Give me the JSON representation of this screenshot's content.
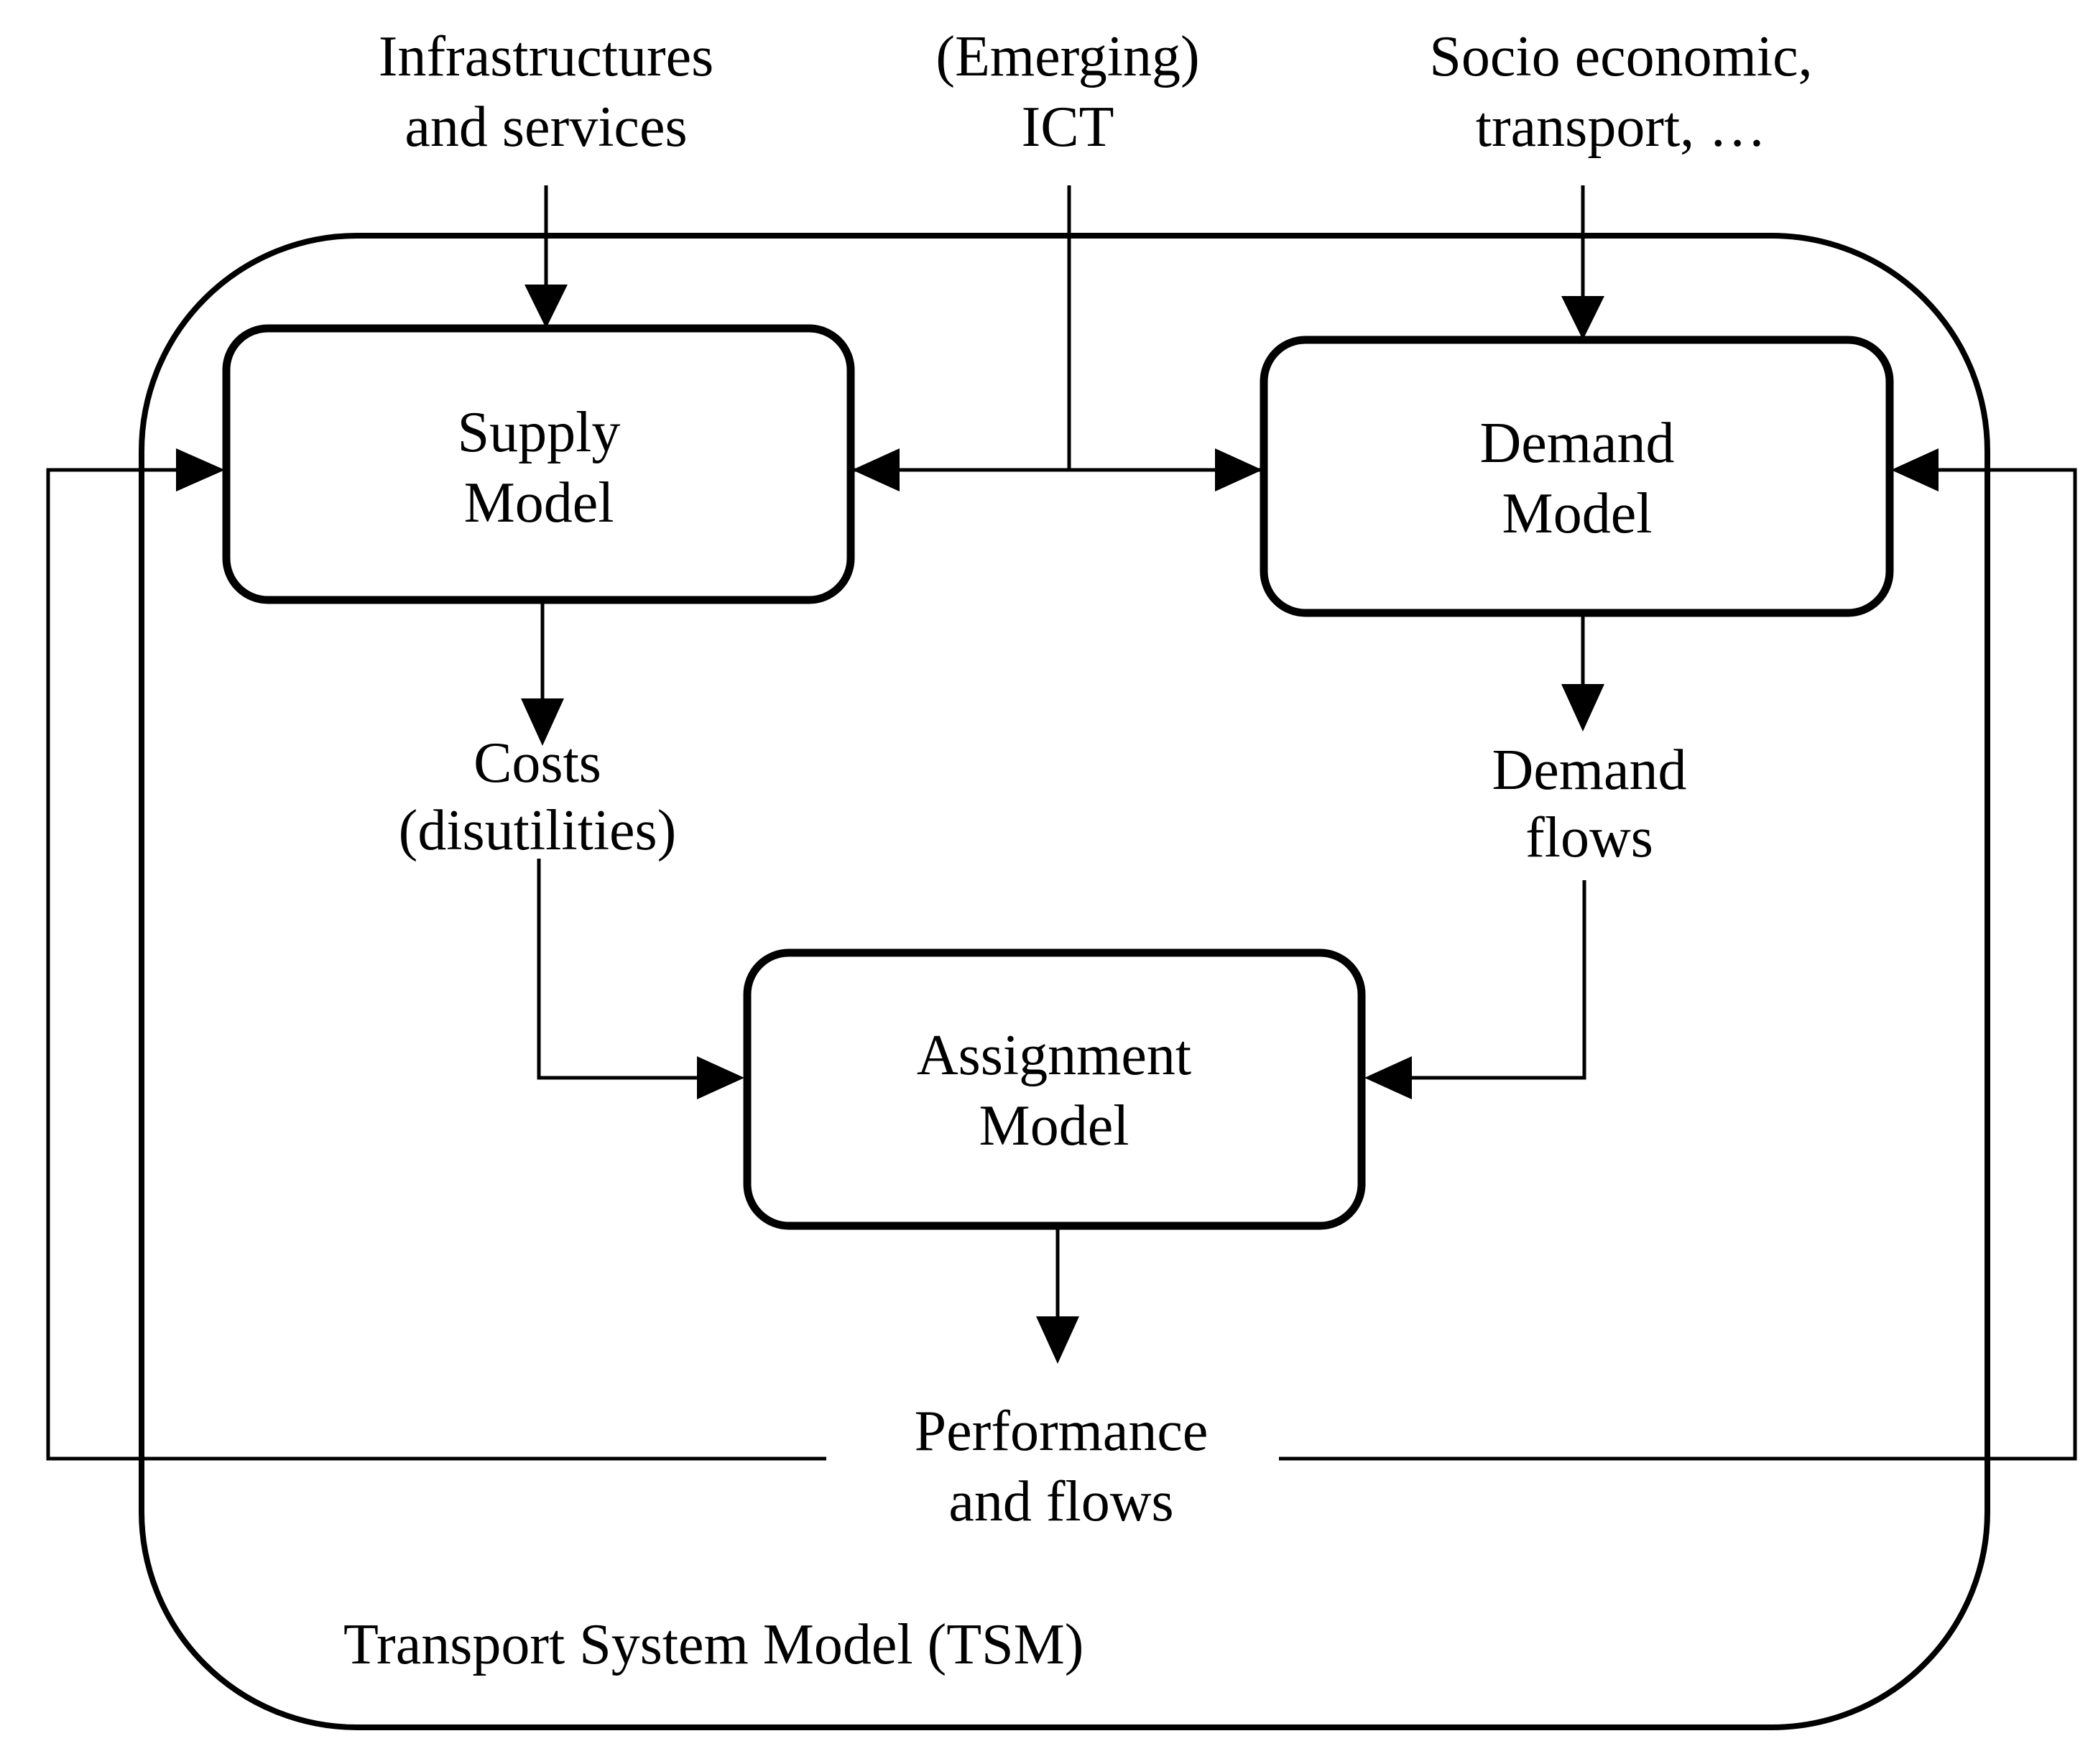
{
  "theme": {
    "ink": "#000000",
    "paper": "#ffffff"
  },
  "inputs": {
    "infrastructures": "Infrastructures\nand services",
    "emerging_ict": "(Emerging)\nICT",
    "socio_economic": "Socio economic,\ntransport, …"
  },
  "models": {
    "supply": "Supply\nModel",
    "demand": "Demand\nModel",
    "assignment": "Assignment\nModel"
  },
  "intermediate": {
    "costs": "Costs\n(disutilities)",
    "demand_flows": "Demand\nflows",
    "performance": "Performance\nand flows"
  },
  "system": {
    "label": "Transport System Model (TSM)"
  }
}
